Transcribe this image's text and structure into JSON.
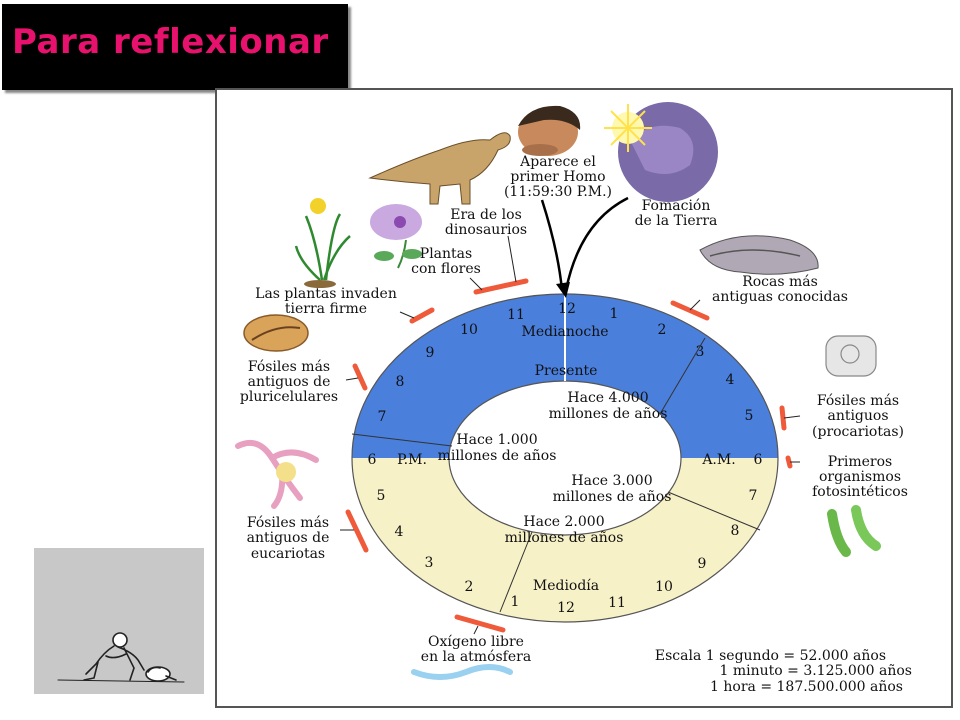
{
  "slide": {
    "title": "Para reflexionar"
  },
  "colors": {
    "title_bg": "#000000",
    "title_text": "#e8126e",
    "dial_blue": "#4a7fdc",
    "dial_cream": "#f7f1c8",
    "marker": "#ef5a3a"
  },
  "clock": {
    "center_top": "Medianoche",
    "center_bottom": "Mediodía",
    "left_label": "P.M.",
    "right_label": "A.M.",
    "present": "Presente",
    "ago_1000_line1": "Hace 1.000",
    "ago_1000_line2": "millones de años",
    "ago_2000_line1": "Hace 2.000",
    "ago_2000_line2": "millones de años",
    "ago_3000_line1": "Hace 3.000",
    "ago_3000_line2": "millones de años",
    "ago_4000_line1": "Hace 4.000",
    "ago_4000_line2": "millones de años",
    "numbers": {
      "n12_top": "12",
      "n1_top": "1",
      "n2_top": "2",
      "n3_top": "3",
      "n4_top": "4",
      "n5_top": "5",
      "n6_right": "6",
      "n7_right": "7",
      "n8_right": "8",
      "n9_right": "9",
      "n10_right": "10",
      "n11_right": "11",
      "n12_bottom": "12",
      "n1_bottom": "1",
      "n2_bottom": "2",
      "n3_bottom": "3",
      "n4_bottom": "4",
      "n5_bottom": "5",
      "n6_left": "6",
      "n7_left": "7",
      "n8_left": "8",
      "n9_left": "9",
      "n10_left": "10",
      "n11_left": "11"
    }
  },
  "events": {
    "homo_line1": "Aparece el",
    "homo_line2": "primer Homo",
    "homo_line3": "(11:59:30 P.M.)",
    "earth_line1": "Fomación",
    "earth_line2": "de la Tierra",
    "dinos_line1": "Era de los",
    "dinos_line2": "dinosaurios",
    "flowers_line1": "Plantas",
    "flowers_line2": "con flores",
    "land_line1": "Las plantas invaden",
    "land_line2": "tierra firme",
    "rocks_line1": "Rocas más",
    "rocks_line2": "antiguas conocidas",
    "pluri_line1": "Fósiles más",
    "pluri_line2": "antiguos de",
    "pluri_line3": "pluricelulares",
    "prok_line1": "Fósiles más",
    "prok_line2": "antiguos",
    "prok_line3": "(procariotas)",
    "photo_line1": "Primeros",
    "photo_line2": "organismos",
    "photo_line3": "fotosintéticos",
    "euk_line1": "Fósiles más",
    "euk_line2": "antiguos de",
    "euk_line3": "eucariotas",
    "oxy_line1": "Oxígeno libre",
    "oxy_line2": "en la atmósfera"
  },
  "scale": {
    "line1": "Escala 1 segundo = 52.000 años",
    "line2": "1 minuto  = 3.125.000 años",
    "line3": "1 hora = 187.500.000 años"
  }
}
